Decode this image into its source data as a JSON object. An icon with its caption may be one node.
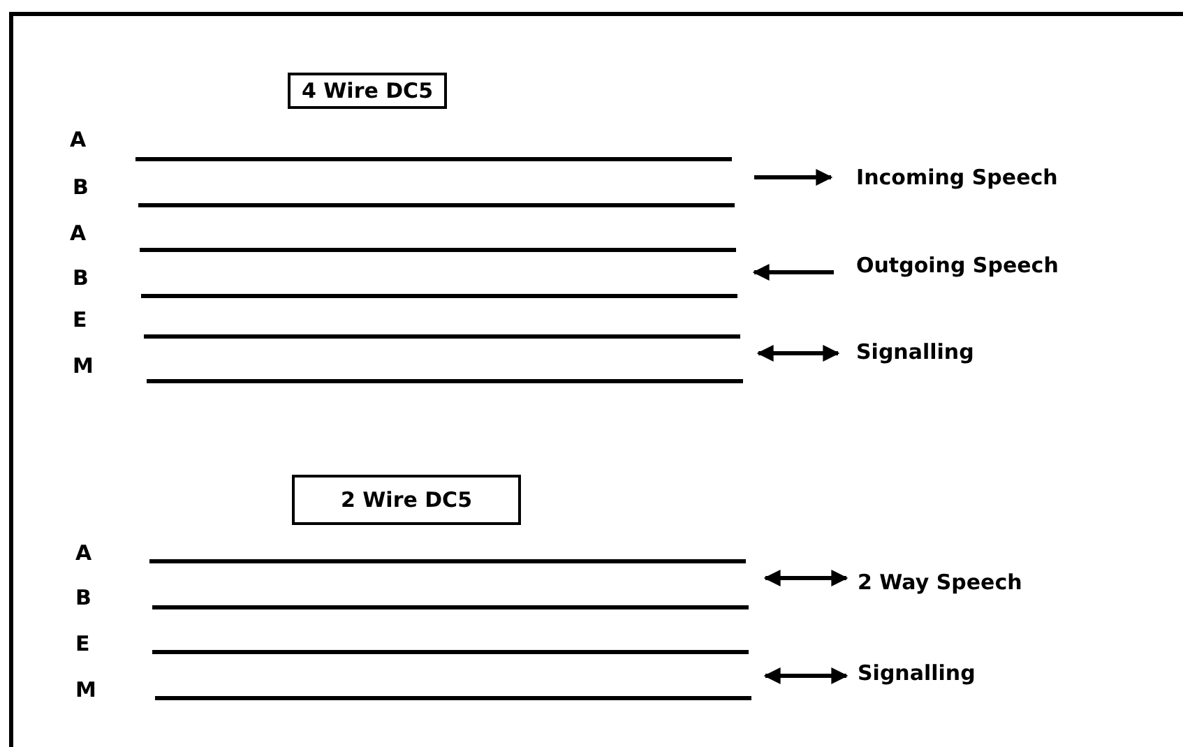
{
  "diagram": {
    "nodes": [
      {
        "text": [
          "4 Wire DC5"
        ]
      },
      {
        "text": [
          "2 Wire DC5"
        ]
      }
    ],
    "labels": [
      "A",
      "B",
      "Incoming Speech",
      "A",
      "B",
      "Outgoing Speech",
      "E",
      "M",
      "Signalling",
      "A",
      "B",
      "2 Way Speech",
      "E",
      "M",
      "Signalling"
    ]
  }
}
